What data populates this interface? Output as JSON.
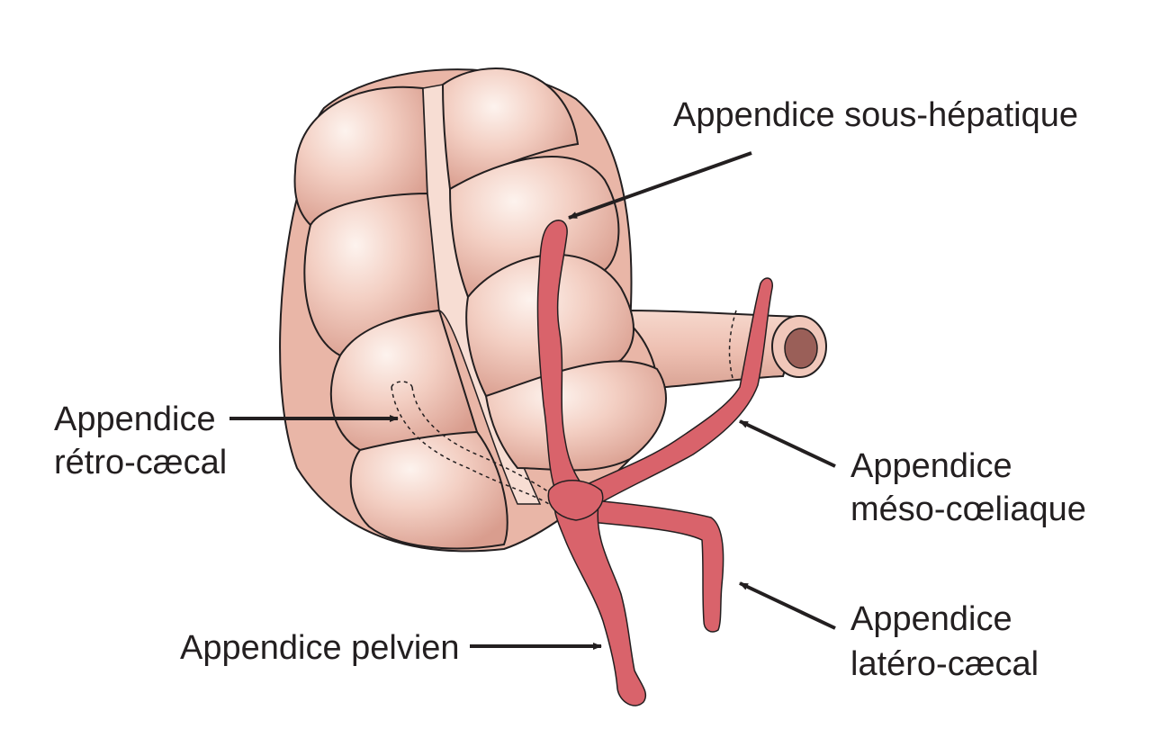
{
  "labels": {
    "sous_hepatique": "Appendice sous-hépatique",
    "retro_caecal_1": "Appendice",
    "retro_caecal_2": "rétro-cæcal",
    "meso_coeliaque_1": "Appendice",
    "meso_coeliaque_2": "méso-cœliaque",
    "latero_caecal_1": "Appendice",
    "latero_caecal_2": "latéro-cæcal",
    "pelvien": "Appendice pelvien"
  },
  "colors": {
    "caecum_fill": "#f2c9bd",
    "caecum_highlight": "#fbeee8",
    "caecum_shadow": "#dca192",
    "taenia": "#f7ddd3",
    "appendix": "#d9636b",
    "outline": "#231f20",
    "ileum_lumen": "#9a5f58"
  }
}
